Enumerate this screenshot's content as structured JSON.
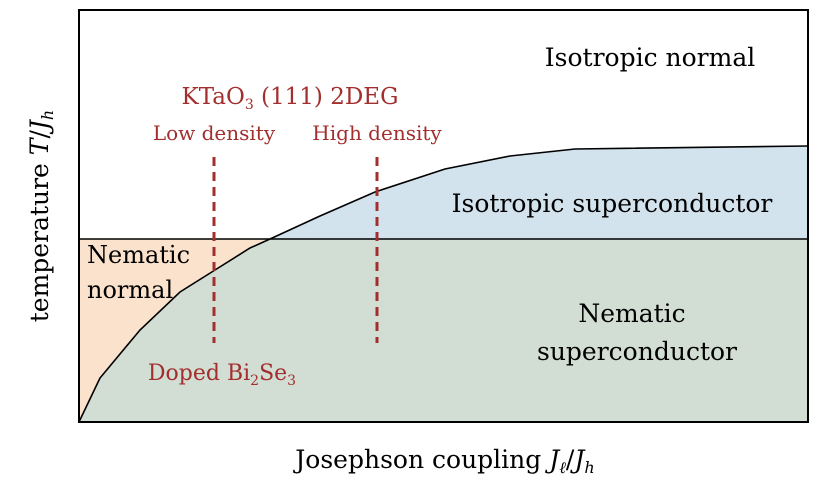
{
  "axes": {
    "xlabel_text": "Josephson coupling ",
    "xlabel_J": "J",
    "xlabel_sub1": "ℓ",
    "xlabel_slash": "/",
    "xlabel_J2": "J",
    "xlabel_sub2": "h",
    "ylabel_text": "temperature ",
    "ylabel_T": "T",
    "ylabel_slash": "/",
    "ylabel_J": "J",
    "ylabel_sub": "h"
  },
  "regions": {
    "isotropic_normal": "Isotropic normal",
    "isotropic_superconductor": "Isotropic superconductor",
    "nematic_normal_line1": "Nematic",
    "nematic_normal_line2": "normal",
    "nematic_sc_line1": "Nematic",
    "nematic_sc_line2": "superconductor"
  },
  "annotations": {
    "ktao_main": "KTaO",
    "ktao_sub": "3",
    "ktao_rest": " (111) 2DEG",
    "low_density": "Low density",
    "high_density": "High density",
    "doped_main": "Doped Bi",
    "doped_sub1": "2",
    "doped_mid": "Se",
    "doped_sub2": "3"
  },
  "colors": {
    "nematic_normal": "#fbe2cc",
    "isotropic_superconductor": "#d3e3ee",
    "nematic_superconductor": "#d2ded3",
    "annotation": "#a32e2e",
    "line": "#000000"
  }
}
